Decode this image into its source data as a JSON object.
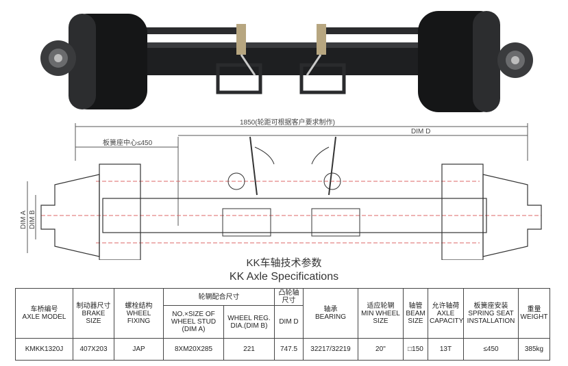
{
  "drawing": {
    "dim_total": "1850(轮距可根据客户要求制作)",
    "dim_d": "DIM D",
    "spring_center": "板簧座中心≤450",
    "dim_a": "DIM A",
    "dim_b": "DIM B"
  },
  "titles": {
    "cn": "KK车轴技术参数",
    "en": "KK Axle Specifications"
  },
  "table": {
    "h_model_cn": "车桥编号",
    "h_model_en": "AXLE MODEL",
    "h_brake_cn": "制动器尺寸",
    "h_brake_en": "BRAKE SIZE",
    "h_fixing_cn": "螺栓结构",
    "h_fixing_en": "WHEEL FIXING",
    "h_wheel_cn": "轮辋配合尺寸",
    "h_stud_1": "NO.×SIZE OF",
    "h_stud_2": "WHEEL STUD",
    "h_stud_3": "(DIM A)",
    "h_reg_1": "WHEEL REG.",
    "h_reg_2": "DIA.(DIM B)",
    "h_cam_cn_1": "凸轮轴",
    "h_cam_cn_2": "尺寸",
    "h_cam_en": "DIM D",
    "h_bearing_cn": "轴承",
    "h_bearing_en": "BEARING",
    "h_minwheel_cn": "适应轮辋",
    "h_minwheel_en_1": "MIN WHEEL",
    "h_minwheel_en_2": "SIZE",
    "h_beam_cn": "轴管",
    "h_beam_en_1": "BEAM",
    "h_beam_en_2": "SIZE",
    "h_cap_cn": "允许轴荷",
    "h_cap_en_1": "AXLE",
    "h_cap_en_2": "CAPACITY",
    "h_spring_cn": "板簧座安装",
    "h_spring_en_1": "SPRING SEAT",
    "h_spring_en_2": "INSTALLATION",
    "h_weight_cn": "重量",
    "h_weight_en": "WEIGHT",
    "row": {
      "model": "KMKK1320J",
      "brake": "407X203",
      "fixing": "JAP",
      "stud": "8XM20X285",
      "reg": "221",
      "dim_d": "747.5",
      "bearing": "32217/32219",
      "min_wheel": "20''",
      "beam": "□150",
      "capacity": "13T",
      "spring": "≤450",
      "weight": "385kg"
    }
  }
}
